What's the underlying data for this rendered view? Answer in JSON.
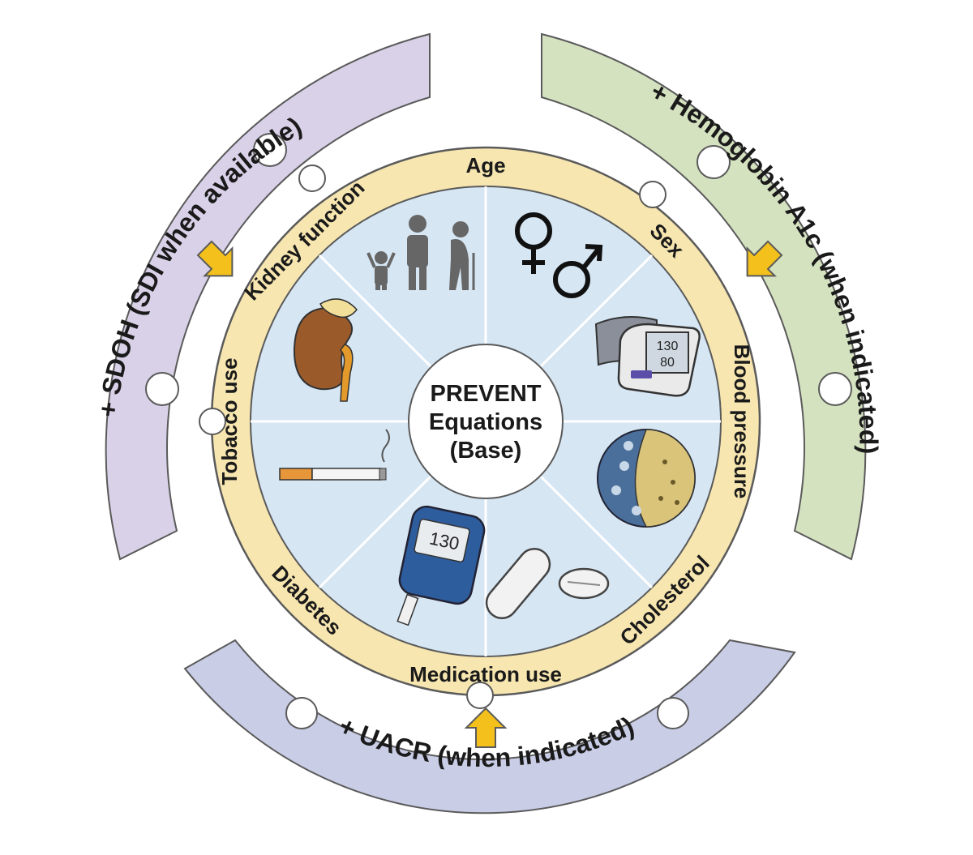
{
  "center": {
    "lines": [
      "PREVENT",
      "Equations",
      "(Base)"
    ]
  },
  "factors": [
    "Age",
    "Sex",
    "Blood pressure",
    "Cholesterol",
    "Medication use",
    "Diabetes",
    "Tobacco use",
    "Kidney function"
  ],
  "icons": {
    "age": "people-age-icon",
    "sex": "gender-symbols-icon",
    "blood_pressure": "blood-pressure-monitor-icon",
    "cholesterol": "lipoprotein-particle-icon",
    "medication": "pills-icon",
    "diabetes": "glucose-meter-icon",
    "tobacco": "cigarette-icon",
    "kidney": "kidney-icon"
  },
  "bp_reading": [
    "130",
    "80"
  ],
  "glucose_reading": "130",
  "add_ons": {
    "sdoh": "+ SDOH (SDI when available)",
    "hba1c": "+ Hemoglobin A1c (when indicated)",
    "uacr": "+ UACR (when indicated)"
  },
  "colors": {
    "sdoh": "#d9d1e8",
    "hba1c": "#d5e2c0",
    "uacr": "#c9cde6",
    "ring": "#f7e6b0",
    "sector": "#d6e6f3",
    "arrow": "#f3c01c"
  }
}
